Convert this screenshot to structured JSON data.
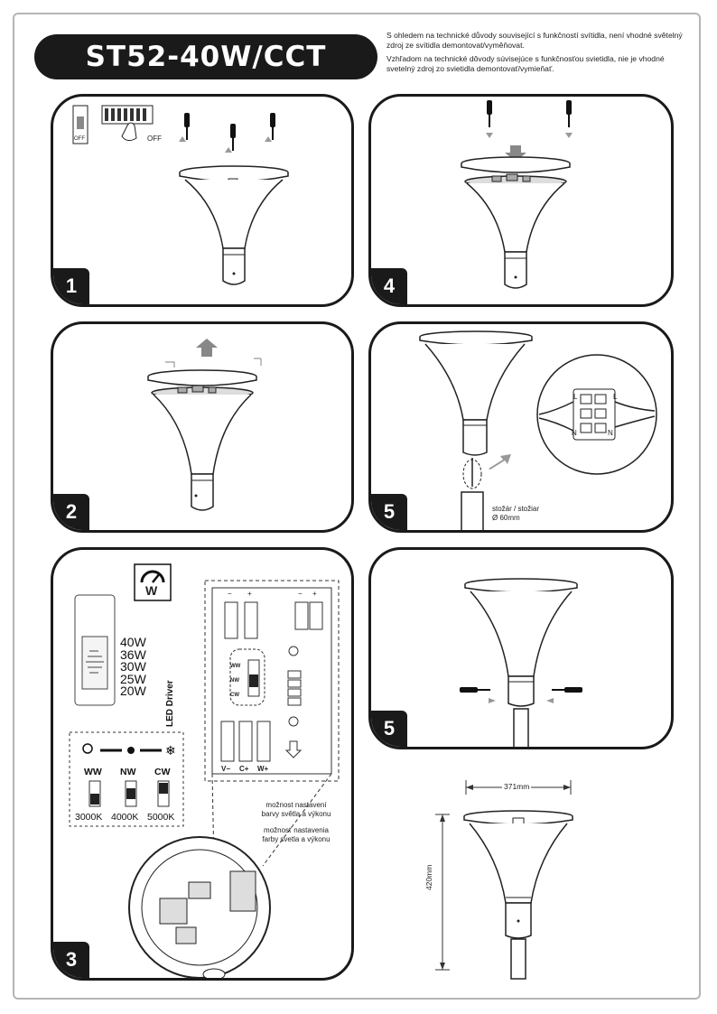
{
  "header": {
    "title": "ST52-40W/CCT",
    "notice_cz": "S ohledem na technické důvody související s funkčností svítidla, není vhodné světelný zdroj ze svítidla demontovat/vyměňovat.",
    "notice_sk": "Vzhľadom na technické dôvody súvisejúce s funkčnosťou svietidla, nie je vhodné svetelný zdroj zo svietidla demontovať/vymieňať."
  },
  "steps": {
    "s1": "1",
    "s2": "2",
    "s3": "3",
    "s4": "4",
    "s5a": "5",
    "s5b": "5"
  },
  "step1": {
    "off_a": "OFF",
    "off_b": "OFF"
  },
  "step3": {
    "watt_icon_letter": "W",
    "power_levels": [
      "40W",
      "36W",
      "30W",
      "25W",
      "20W"
    ],
    "led_driver": "LED Driver",
    "terminals_top": [
      "−",
      "+",
      "−",
      "+"
    ],
    "terminals_bottom": [
      "V−",
      "C+",
      "W+"
    ],
    "switch_marks": [
      "WW",
      "NW",
      "CW"
    ],
    "cct_labels": [
      "WW",
      "NW",
      "CW"
    ],
    "cct_values": [
      "3000K",
      "4000K",
      "5000K"
    ],
    "note_cz": "možnost nastavení barvy světla a výkonu",
    "note_sk": "možnosť nastavenia farby svetla a výkonu"
  },
  "step5": {
    "pole_cz_sk": "stožár / stožiar",
    "pole_diameter": "Ø 60mm",
    "terminal_labels": [
      "L",
      "L",
      "N",
      "N"
    ]
  },
  "dimensions": {
    "width": "371mm",
    "height": "420mm"
  },
  "colors": {
    "ink": "#1a1a1a",
    "frame": "#b5b5b5",
    "arrow": "#9a9a9a"
  }
}
